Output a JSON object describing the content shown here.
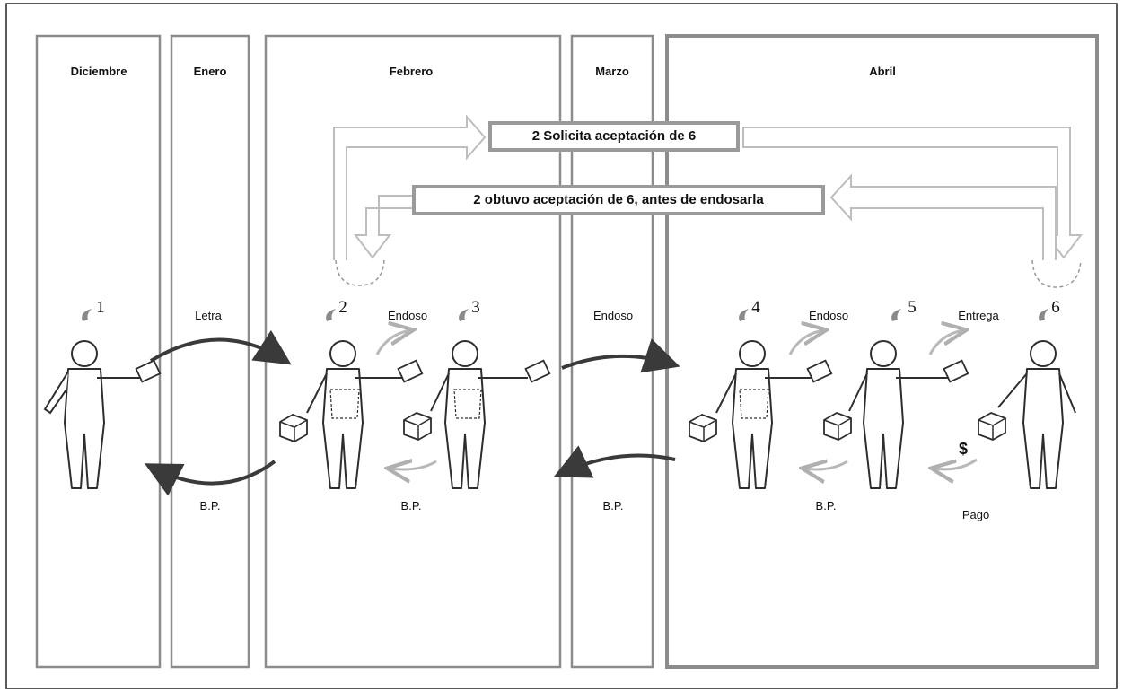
{
  "months": [
    "Diciembre",
    "Enero",
    "Febrero",
    "Marzo",
    "Abril"
  ],
  "banners": {
    "request": "2 Solicita aceptación de 6",
    "obtained": "2 obtuvo aceptación de 6, antes de endosarla"
  },
  "persons": [
    {
      "number": "1"
    },
    {
      "number": "2"
    },
    {
      "number": "3"
    },
    {
      "number": "4"
    },
    {
      "number": "5"
    },
    {
      "number": "6"
    }
  ],
  "flow_labels": {
    "letra": "Letra",
    "endoso_1": "Endoso",
    "endoso_2": "Endoso",
    "endoso_3": "Endoso",
    "entrega": "Entrega",
    "bp_1": "B.P.",
    "bp_2": "B.P.",
    "bp_3": "B.P.",
    "bp_4": "B.P.",
    "pago": "Pago",
    "currency": "$"
  },
  "colors": {
    "panel_border": "#8c8c8c",
    "banner_border": "#9a9a9a",
    "figure_stroke": "#2e2e2e",
    "dark_arrow": "#3a3a3a",
    "light_arrow": "#b8b8b8"
  }
}
